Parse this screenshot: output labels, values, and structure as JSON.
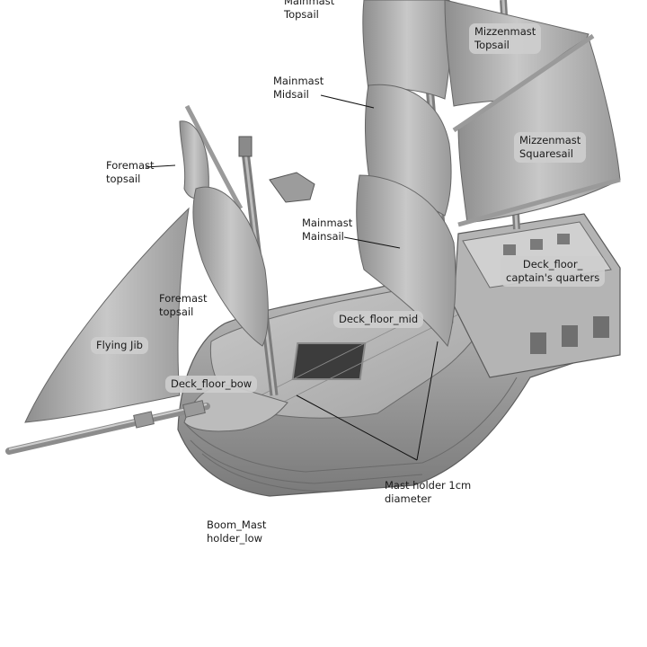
{
  "labels": {
    "mainmast_topsail": [
      "Mainmast",
      "Topsail"
    ],
    "mizzenmast_topsail": [
      "Mizzenmast",
      "Topsail"
    ],
    "mainmast_midsail": [
      "Mainmast",
      "Midsail"
    ],
    "mizzenmast_squaresail": [
      "Mizzenmast",
      "Squaresail"
    ],
    "foremast_topsail_upper": [
      "Foremast",
      "topsail"
    ],
    "mainmast_mainsail": [
      "Mainmast",
      "Mainsail"
    ],
    "deck_floor_captains": [
      "Deck_floor_",
      "captain's quarters"
    ],
    "foremast_topsail_lower": [
      "Foremast",
      "topsail"
    ],
    "deck_floor_mid": [
      "Deck_floor_mid"
    ],
    "flying_jib": [
      "Flying Jib"
    ],
    "deck_floor_bow": [
      "Deck_floor_bow"
    ],
    "mast_holder": [
      "Mast holder 1cm",
      "diameter"
    ],
    "boom_mast_holder": [
      "Boom_Mast",
      "holder_low"
    ]
  },
  "colors": {
    "model_fill": "#a9a9a9",
    "model_light": "#cfcfcf",
    "model_dark": "#6f6f6f",
    "pill_bg": "#cdcdcd",
    "leader_line": "#111111"
  }
}
